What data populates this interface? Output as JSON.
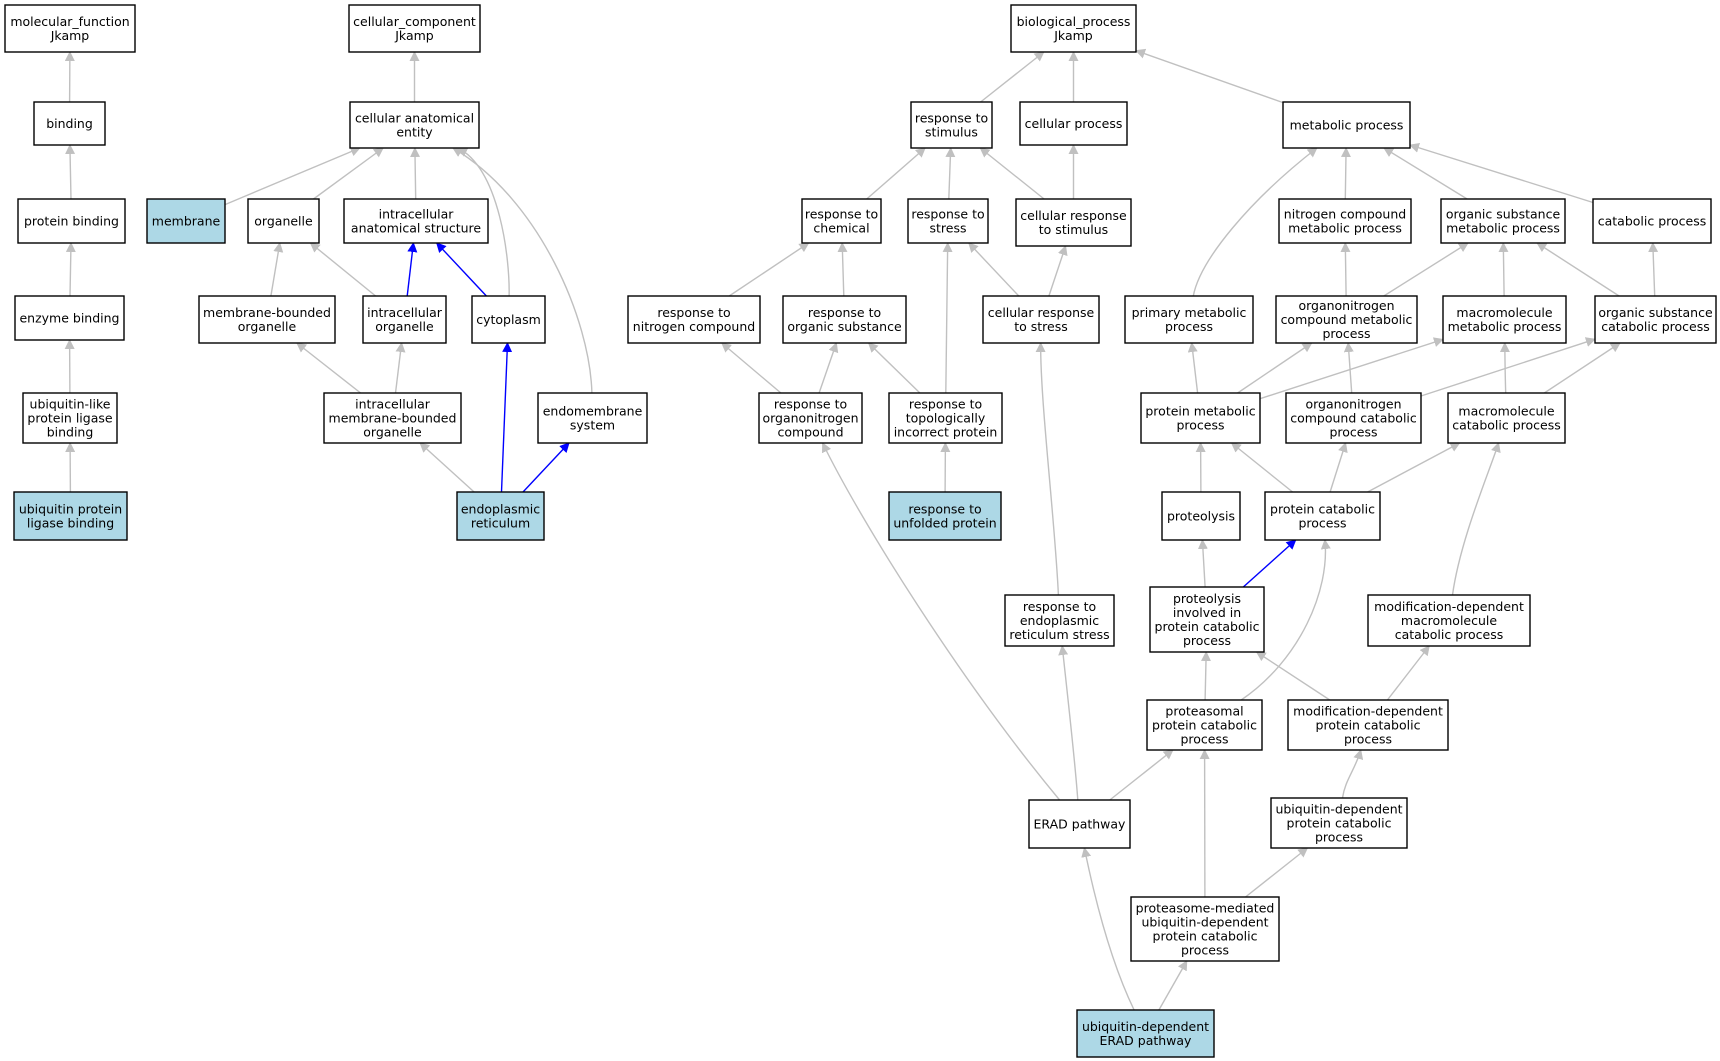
{
  "colors": {
    "node_fill": "#ffffff",
    "highlight_fill": "#add8e6",
    "edge_default": "#c0c0c0",
    "edge_highlight": "#0000ff"
  },
  "nodes": [
    {
      "id": "mf",
      "lines": [
        "molecular_function",
        "Jkamp"
      ],
      "highlight": false
    },
    {
      "id": "binding",
      "lines": [
        "binding"
      ],
      "highlight": false
    },
    {
      "id": "protein_binding",
      "lines": [
        "protein binding"
      ],
      "highlight": false
    },
    {
      "id": "enzyme_binding",
      "lines": [
        "enzyme binding"
      ],
      "highlight": false
    },
    {
      "id": "ubl_binding",
      "lines": [
        "ubiquitin-like",
        "protein ligase",
        "binding"
      ],
      "highlight": false
    },
    {
      "id": "ub_binding",
      "lines": [
        "ubiquitin protein",
        "ligase binding"
      ],
      "highlight": true
    },
    {
      "id": "cc",
      "lines": [
        "cellular_component",
        "Jkamp"
      ],
      "highlight": false
    },
    {
      "id": "cae",
      "lines": [
        "cellular anatomical",
        "entity"
      ],
      "highlight": false
    },
    {
      "id": "membrane",
      "lines": [
        "membrane"
      ],
      "highlight": true
    },
    {
      "id": "organelle",
      "lines": [
        "organelle"
      ],
      "highlight": false
    },
    {
      "id": "ias",
      "lines": [
        "intracellular",
        "anatomical structure"
      ],
      "highlight": false
    },
    {
      "id": "mbo",
      "lines": [
        "membrane-bounded",
        "organelle"
      ],
      "highlight": false
    },
    {
      "id": "io",
      "lines": [
        "intracellular",
        "organelle"
      ],
      "highlight": false
    },
    {
      "id": "cytoplasm",
      "lines": [
        "cytoplasm"
      ],
      "highlight": false
    },
    {
      "id": "imbo",
      "lines": [
        "intracellular",
        "membrane-bounded",
        "organelle"
      ],
      "highlight": false
    },
    {
      "id": "endomembrane",
      "lines": [
        "endomembrane",
        "system"
      ],
      "highlight": false
    },
    {
      "id": "er",
      "lines": [
        "endoplasmic",
        "reticulum"
      ],
      "highlight": true
    },
    {
      "id": "bp",
      "lines": [
        "biological_process",
        "Jkamp"
      ],
      "highlight": false
    },
    {
      "id": "rts",
      "lines": [
        "response to",
        "stimulus"
      ],
      "highlight": false
    },
    {
      "id": "cp",
      "lines": [
        "cellular process"
      ],
      "highlight": false
    },
    {
      "id": "mp",
      "lines": [
        "metabolic process"
      ],
      "highlight": false
    },
    {
      "id": "rtc",
      "lines": [
        "response to",
        "chemical"
      ],
      "highlight": false
    },
    {
      "id": "rtstress",
      "lines": [
        "response to",
        "stress"
      ],
      "highlight": false
    },
    {
      "id": "crts",
      "lines": [
        "cellular response",
        "to stimulus"
      ],
      "highlight": false
    },
    {
      "id": "ncmp",
      "lines": [
        "nitrogen compound",
        "metabolic process"
      ],
      "highlight": false
    },
    {
      "id": "osmp",
      "lines": [
        "organic substance",
        "metabolic process"
      ],
      "highlight": false
    },
    {
      "id": "catp",
      "lines": [
        "catabolic process"
      ],
      "highlight": false
    },
    {
      "id": "rtnc",
      "lines": [
        "response to",
        "nitrogen compound"
      ],
      "highlight": false
    },
    {
      "id": "rtos",
      "lines": [
        "response to",
        "organic substance"
      ],
      "highlight": false
    },
    {
      "id": "crtstress",
      "lines": [
        "cellular response",
        "to stress"
      ],
      "highlight": false
    },
    {
      "id": "pmp",
      "lines": [
        "primary metabolic",
        "process"
      ],
      "highlight": false
    },
    {
      "id": "oncmp",
      "lines": [
        "organonitrogen",
        "compound metabolic",
        "process"
      ],
      "highlight": false
    },
    {
      "id": "mmp",
      "lines": [
        "macromolecule",
        "metabolic process"
      ],
      "highlight": false
    },
    {
      "id": "oscp",
      "lines": [
        "organic substance",
        "catabolic process"
      ],
      "highlight": false
    },
    {
      "id": "rtonc",
      "lines": [
        "response to",
        "organonitrogen",
        "compound"
      ],
      "highlight": false
    },
    {
      "id": "rttip",
      "lines": [
        "response to",
        "topologically",
        "incorrect protein"
      ],
      "highlight": false
    },
    {
      "id": "protmp",
      "lines": [
        "protein metabolic",
        "process"
      ],
      "highlight": false
    },
    {
      "id": "onccp",
      "lines": [
        "organonitrogen",
        "compound catabolic",
        "process"
      ],
      "highlight": false
    },
    {
      "id": "mcp",
      "lines": [
        "macromolecule",
        "catabolic process"
      ],
      "highlight": false
    },
    {
      "id": "rtup",
      "lines": [
        "response to",
        "unfolded protein"
      ],
      "highlight": true
    },
    {
      "id": "proteolysis",
      "lines": [
        "proteolysis"
      ],
      "highlight": false
    },
    {
      "id": "pcp",
      "lines": [
        "protein catabolic",
        "process"
      ],
      "highlight": false
    },
    {
      "id": "rters",
      "lines": [
        "response to",
        "endoplasmic",
        "reticulum stress"
      ],
      "highlight": false
    },
    {
      "id": "pipcp",
      "lines": [
        "proteolysis",
        "involved in",
        "protein catabolic",
        "process"
      ],
      "highlight": false
    },
    {
      "id": "mdmcp",
      "lines": [
        "modification-dependent",
        "macromolecule",
        "catabolic process"
      ],
      "highlight": false
    },
    {
      "id": "ppcp",
      "lines": [
        "proteasomal",
        "protein catabolic",
        "process"
      ],
      "highlight": false
    },
    {
      "id": "mdpcp",
      "lines": [
        "modification-dependent",
        "protein catabolic",
        "process"
      ],
      "highlight": false
    },
    {
      "id": "erad",
      "lines": [
        "ERAD pathway"
      ],
      "highlight": false
    },
    {
      "id": "udpcp",
      "lines": [
        "ubiquitin-dependent",
        "protein catabolic",
        "process"
      ],
      "highlight": false
    },
    {
      "id": "pmudpcp",
      "lines": [
        "proteasome-mediated",
        "ubiquitin-dependent",
        "protein catabolic",
        "process"
      ],
      "highlight": false
    },
    {
      "id": "uderad",
      "lines": [
        "ubiquitin-dependent",
        "ERAD pathway"
      ],
      "highlight": true
    }
  ],
  "edges": [
    {
      "from": "binding",
      "to": "mf",
      "highlight": false
    },
    {
      "from": "protein_binding",
      "to": "binding",
      "highlight": false
    },
    {
      "from": "enzyme_binding",
      "to": "protein_binding",
      "highlight": false
    },
    {
      "from": "ubl_binding",
      "to": "enzyme_binding",
      "highlight": false
    },
    {
      "from": "ub_binding",
      "to": "ubl_binding",
      "highlight": false
    },
    {
      "from": "cae",
      "to": "cc",
      "highlight": false
    },
    {
      "from": "membrane",
      "to": "cae",
      "highlight": false
    },
    {
      "from": "organelle",
      "to": "cae",
      "highlight": false
    },
    {
      "from": "ias",
      "to": "cae",
      "highlight": false
    },
    {
      "from": "cytoplasm",
      "to": "cae",
      "highlight": false
    },
    {
      "from": "endomembrane",
      "to": "cae",
      "highlight": false
    },
    {
      "from": "mbo",
      "to": "organelle",
      "highlight": false
    },
    {
      "from": "io",
      "to": "organelle",
      "highlight": false
    },
    {
      "from": "io",
      "to": "ias",
      "highlight": true
    },
    {
      "from": "cytoplasm",
      "to": "ias",
      "highlight": true
    },
    {
      "from": "imbo",
      "to": "mbo",
      "highlight": false
    },
    {
      "from": "imbo",
      "to": "io",
      "highlight": false
    },
    {
      "from": "er",
      "to": "imbo",
      "highlight": false
    },
    {
      "from": "er",
      "to": "cytoplasm",
      "highlight": true
    },
    {
      "from": "er",
      "to": "endomembrane",
      "highlight": true
    },
    {
      "from": "rts",
      "to": "bp",
      "highlight": false
    },
    {
      "from": "cp",
      "to": "bp",
      "highlight": false
    },
    {
      "from": "mp",
      "to": "bp",
      "highlight": false
    },
    {
      "from": "rtc",
      "to": "rts",
      "highlight": false
    },
    {
      "from": "rtstress",
      "to": "rts",
      "highlight": false
    },
    {
      "from": "crts",
      "to": "rts",
      "highlight": false
    },
    {
      "from": "crts",
      "to": "cp",
      "highlight": false
    },
    {
      "from": "ncmp",
      "to": "mp",
      "highlight": false
    },
    {
      "from": "osmp",
      "to": "mp",
      "highlight": false
    },
    {
      "from": "catp",
      "to": "mp",
      "highlight": false
    },
    {
      "from": "pmp",
      "to": "mp",
      "highlight": false
    },
    {
      "from": "rtnc",
      "to": "rtc",
      "highlight": false
    },
    {
      "from": "rtos",
      "to": "rtc",
      "highlight": false
    },
    {
      "from": "crtstress",
      "to": "rtstress",
      "highlight": false
    },
    {
      "from": "crtstress",
      "to": "crts",
      "highlight": false
    },
    {
      "from": "oncmp",
      "to": "ncmp",
      "highlight": false
    },
    {
      "from": "oncmp",
      "to": "osmp",
      "highlight": false
    },
    {
      "from": "mmp",
      "to": "osmp",
      "highlight": false
    },
    {
      "from": "oscp",
      "to": "osmp",
      "highlight": false
    },
    {
      "from": "oscp",
      "to": "catp",
      "highlight": false
    },
    {
      "from": "rtonc",
      "to": "rtnc",
      "highlight": false
    },
    {
      "from": "rtonc",
      "to": "rtos",
      "highlight": false
    },
    {
      "from": "rttip",
      "to": "rtos",
      "highlight": false
    },
    {
      "from": "rttip",
      "to": "rtstress",
      "highlight": false
    },
    {
      "from": "protmp",
      "to": "pmp",
      "highlight": false
    },
    {
      "from": "protmp",
      "to": "oncmp",
      "highlight": false
    },
    {
      "from": "protmp",
      "to": "mmp",
      "highlight": false
    },
    {
      "from": "onccp",
      "to": "oncmp",
      "highlight": false
    },
    {
      "from": "onccp",
      "to": "oscp",
      "highlight": false
    },
    {
      "from": "mcp",
      "to": "mmp",
      "highlight": false
    },
    {
      "from": "mcp",
      "to": "oscp",
      "highlight": false
    },
    {
      "from": "rtup",
      "to": "rttip",
      "highlight": false
    },
    {
      "from": "proteolysis",
      "to": "protmp",
      "highlight": false
    },
    {
      "from": "pcp",
      "to": "protmp",
      "highlight": false
    },
    {
      "from": "pcp",
      "to": "onccp",
      "highlight": false
    },
    {
      "from": "pcp",
      "to": "mcp",
      "highlight": false
    },
    {
      "from": "rters",
      "to": "crtstress",
      "highlight": false
    },
    {
      "from": "pipcp",
      "to": "proteolysis",
      "highlight": false
    },
    {
      "from": "pipcp",
      "to": "pcp",
      "highlight": true
    },
    {
      "from": "mdmcp",
      "to": "mcp",
      "highlight": false
    },
    {
      "from": "ppcp",
      "to": "pipcp",
      "highlight": false
    },
    {
      "from": "ppcp",
      "to": "pcp",
      "highlight": false
    },
    {
      "from": "mdpcp",
      "to": "pipcp",
      "highlight": false
    },
    {
      "from": "mdpcp",
      "to": "mdmcp",
      "highlight": false
    },
    {
      "from": "erad",
      "to": "rtonc",
      "highlight": false
    },
    {
      "from": "erad",
      "to": "rters",
      "highlight": false
    },
    {
      "from": "erad",
      "to": "ppcp",
      "highlight": false
    },
    {
      "from": "udpcp",
      "to": "mdpcp",
      "highlight": false
    },
    {
      "from": "pmudpcp",
      "to": "ppcp",
      "highlight": false
    },
    {
      "from": "pmudpcp",
      "to": "udpcp",
      "highlight": false
    },
    {
      "from": "uderad",
      "to": "erad",
      "highlight": false
    },
    {
      "from": "uderad",
      "to": "pmudpcp",
      "highlight": false
    }
  ]
}
